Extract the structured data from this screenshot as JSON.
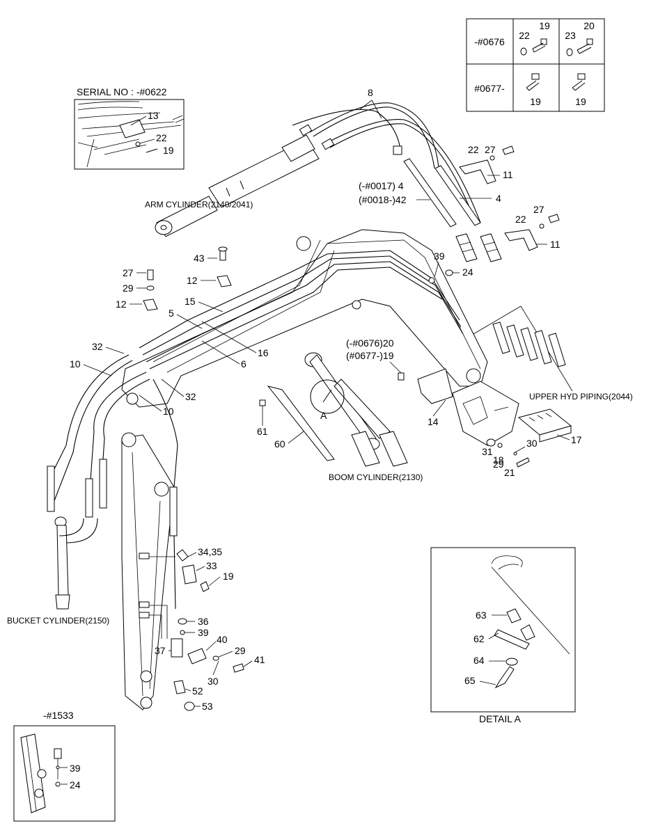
{
  "table": {
    "row1_serial": "-#0676",
    "row2_serial": "#0677-",
    "r1c1_a": "22",
    "r1c1_b": "19",
    "r1c2_a": "23",
    "r1c2_b": "20",
    "r2c1": "19",
    "r2c2": "19"
  },
  "inset_serial": {
    "title": "SERIAL NO : -#0622",
    "labels": [
      "13",
      "22",
      "19"
    ]
  },
  "inset_1533": {
    "title": "-#1533",
    "labels": [
      "39",
      "24"
    ]
  },
  "detail_a": {
    "title": "DETAIL A",
    "labels": [
      "63",
      "62",
      "64",
      "65"
    ]
  },
  "captions": {
    "arm_cylinder": "ARM CYLINDER(2140/2041)",
    "boom_cylinder": "BOOM CYLINDER(2130)",
    "bucket_cylinder": "BUCKET CYLINDER(2150)",
    "upper_piping": "UPPER HYD PIPING(2044)",
    "detail_marker": "A"
  },
  "callouts": {
    "c8": "8",
    "c27a": "27",
    "c22a": "22",
    "c11a": "11",
    "c4a": "(-#0017) 4",
    "c42": "(#0018-)42",
    "c4b": "4",
    "c27b": "27",
    "c22b": "22",
    "c11b": "11",
    "c39a": "39",
    "c24a": "24",
    "c43": "43",
    "c27c": "27",
    "c12a": "12",
    "c29a": "29",
    "c12b": "12",
    "c15": "15",
    "c5": "5",
    "c16": "16",
    "c6": "6",
    "c32a": "32",
    "c10a": "10",
    "c32b": "32",
    "c10b": "10",
    "c20s": "(-#0676)20",
    "c19s": "(#0677-)19",
    "c14": "14",
    "c17": "17",
    "c30a": "30",
    "c31": "31",
    "c18": "18",
    "c29b": "29",
    "c21": "21",
    "c61": "61",
    "c60": "60",
    "c3435": "34,35",
    "c33": "33",
    "c19b": "19",
    "c36": "36",
    "c39b": "39",
    "c40": "40",
    "c37": "37",
    "c29c": "29",
    "c41": "41",
    "c30b": "30",
    "c52": "52",
    "c53": "53"
  }
}
